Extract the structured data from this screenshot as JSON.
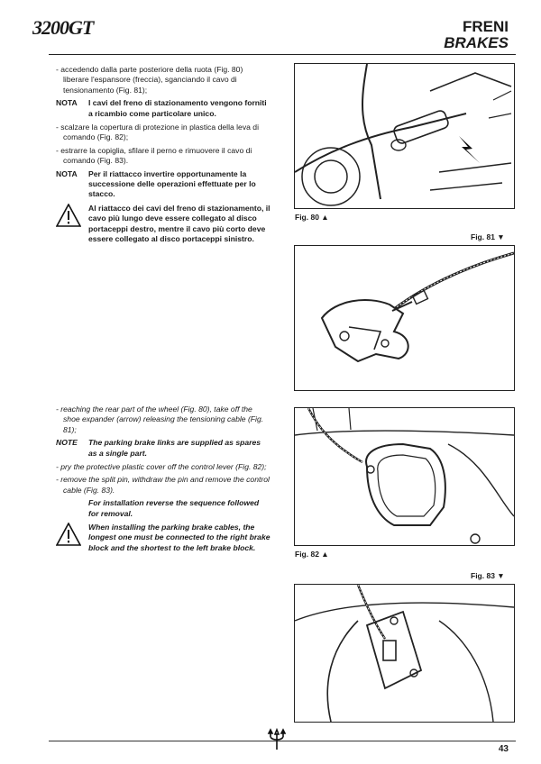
{
  "header": {
    "logo": "3200GT",
    "title_it": "FRENI",
    "title_en": "BRAKES"
  },
  "italian": {
    "step1": "- accedendo dalla parte posteriore della ruota (Fig. 80) liberare l'espansore (freccia), sganciando il cavo di tensionamento (Fig. 81);",
    "note1_label": "NOTA",
    "note1_text": "I cavi del freno di stazionamento vengono forniti a ricambio come particolare unico.",
    "step2": "- scalzare la copertura di protezione in plastica della leva di comando (Fig. 82);",
    "step3": "- estrarre la copiglia, sfilare il perno e rimuovere il cavo di comando (Fig. 83).",
    "note2_label": "NOTA",
    "note2_text": "Per il riattacco invertire opportunamente la successione delle operazioni effettuate per lo stacco.",
    "warning": "Al riattacco dei cavi del freno di stazionamento, il cavo più lungo deve essere collegato al disco portaceppi destro, mentre il cavo più corto deve essere collegato al disco portaceppi sinistro."
  },
  "english": {
    "step1": "- reaching the rear part of the wheel (Fig. 80), take off the shoe expander (arrow) releasing the tensioning cable (Fig. 81);",
    "note1_label": "NOTE",
    "note1_text": "The parking brake links are supplied as spares as a single part.",
    "step2": "- pry the protective plastic cover off the control lever (Fig. 82);",
    "step3": "- remove the split pin, withdraw the pin and remove the control cable (Fig. 83).",
    "reverse": "For installation reverse the sequence followed for removal.",
    "warning": "When installing the parking brake cables, the longest one must be connected to the right brake block and the shortest to the left brake block."
  },
  "figures": {
    "fig80": "Fig. 80 ▲",
    "fig81": "Fig. 81 ▼",
    "fig82": "Fig. 82 ▲",
    "fig83": "Fig. 83 ▼"
  },
  "footer": {
    "page_number": "43"
  }
}
